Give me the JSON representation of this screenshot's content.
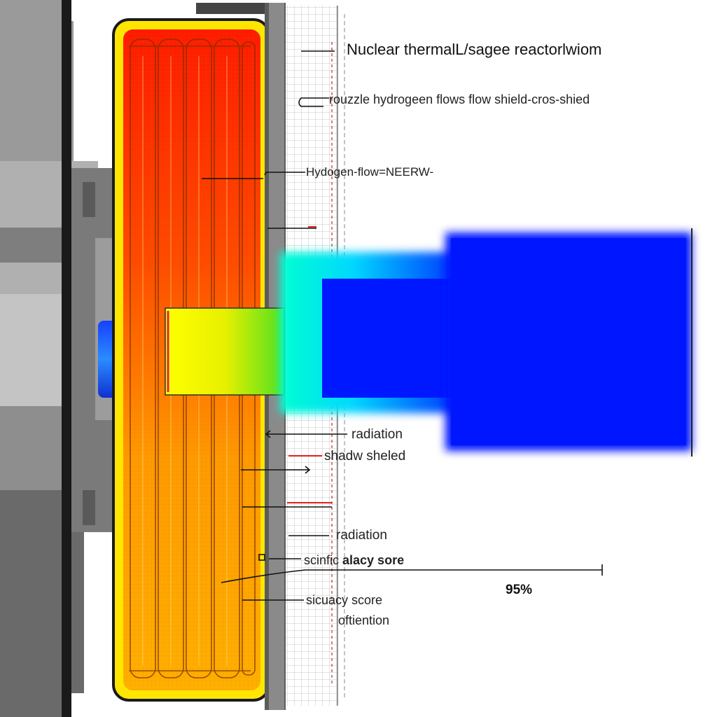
{
  "diagram": {
    "title": "Nuclear thermalL/sagee reactorlwiom",
    "labels": {
      "nozzle": "rouzzle hydrogeen flows flow shield-cros-shied",
      "hydrogen_flow": "Hydogen-flow=NEERW-",
      "radiation_1": "radiation",
      "shadow_shield": "shadw sheled",
      "radiation_2": "radiation",
      "score_prefix": "scinfic ",
      "score_bold": "alacy sore",
      "accuracy": "sicuacy score",
      "orientation": "oftiention"
    },
    "score_value": "95%",
    "colors": {
      "core_hot": "#ff1e00",
      "core_warm": "#ffa500",
      "casing": "#ffe000",
      "plume": "#0014ff",
      "plume_edge": "#00e0ff",
      "housing_gray": "#8c8c8c",
      "accent_red": "#e02020"
    }
  }
}
